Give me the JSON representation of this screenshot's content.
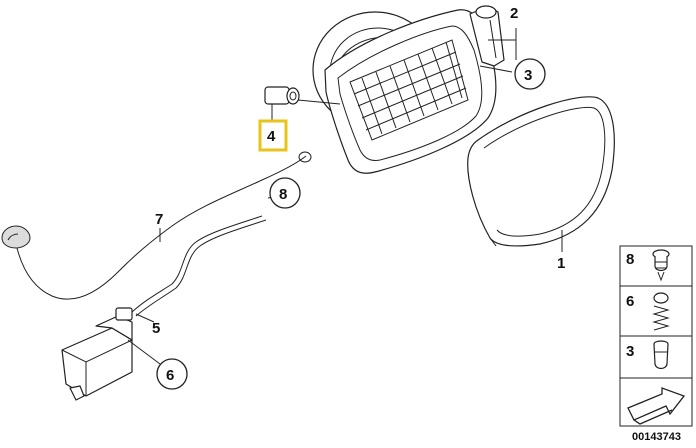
{
  "callouts": {
    "c1": "1",
    "c2": "2",
    "c3": "3",
    "c4": "4",
    "c5": "5",
    "c6": "6",
    "c7": "7",
    "c8": "8"
  },
  "legend": {
    "items": [
      {
        "label": "8"
      },
      {
        "label": "6"
      },
      {
        "label": "3"
      }
    ]
  },
  "reference_number": "00143743",
  "colors": {
    "highlight": "#e8c31a",
    "line": "#222222"
  }
}
